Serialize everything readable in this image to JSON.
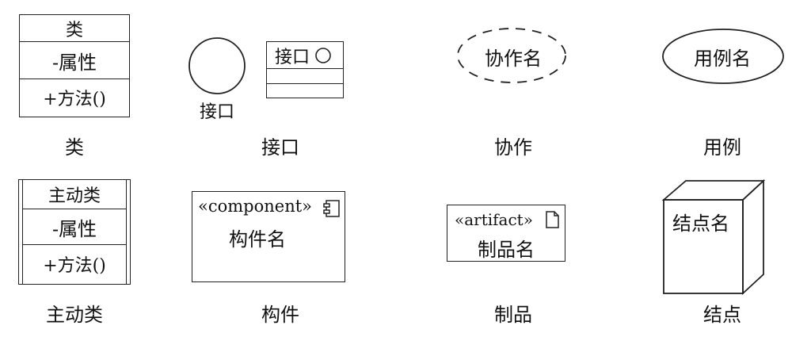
{
  "class_symbol": {
    "name": "类",
    "attribute": "-属性",
    "method": "+方法()",
    "caption": "类"
  },
  "interface_symbol": {
    "lollipop_label": "接口",
    "box_label": "接口",
    "caption": "接口"
  },
  "collaboration_symbol": {
    "name": "协作名",
    "caption": "协作"
  },
  "use_case_symbol": {
    "name": "用例名",
    "caption": "用例"
  },
  "active_class_symbol": {
    "name": "主动类",
    "attribute": "-属性",
    "method": "+方法()",
    "caption": "主动类"
  },
  "component_symbol": {
    "stereotype": "«component»",
    "name": "构件名",
    "caption": "构件"
  },
  "artifact_symbol": {
    "stereotype": "«artifact»",
    "name": "制品名",
    "caption": "制品"
  },
  "node_symbol": {
    "name": "结点名",
    "caption": "结点"
  },
  "icons": [
    "circle-icon",
    "component-icon",
    "document-icon"
  ],
  "colors": {
    "line": "#222222",
    "background": "#ffffff"
  }
}
